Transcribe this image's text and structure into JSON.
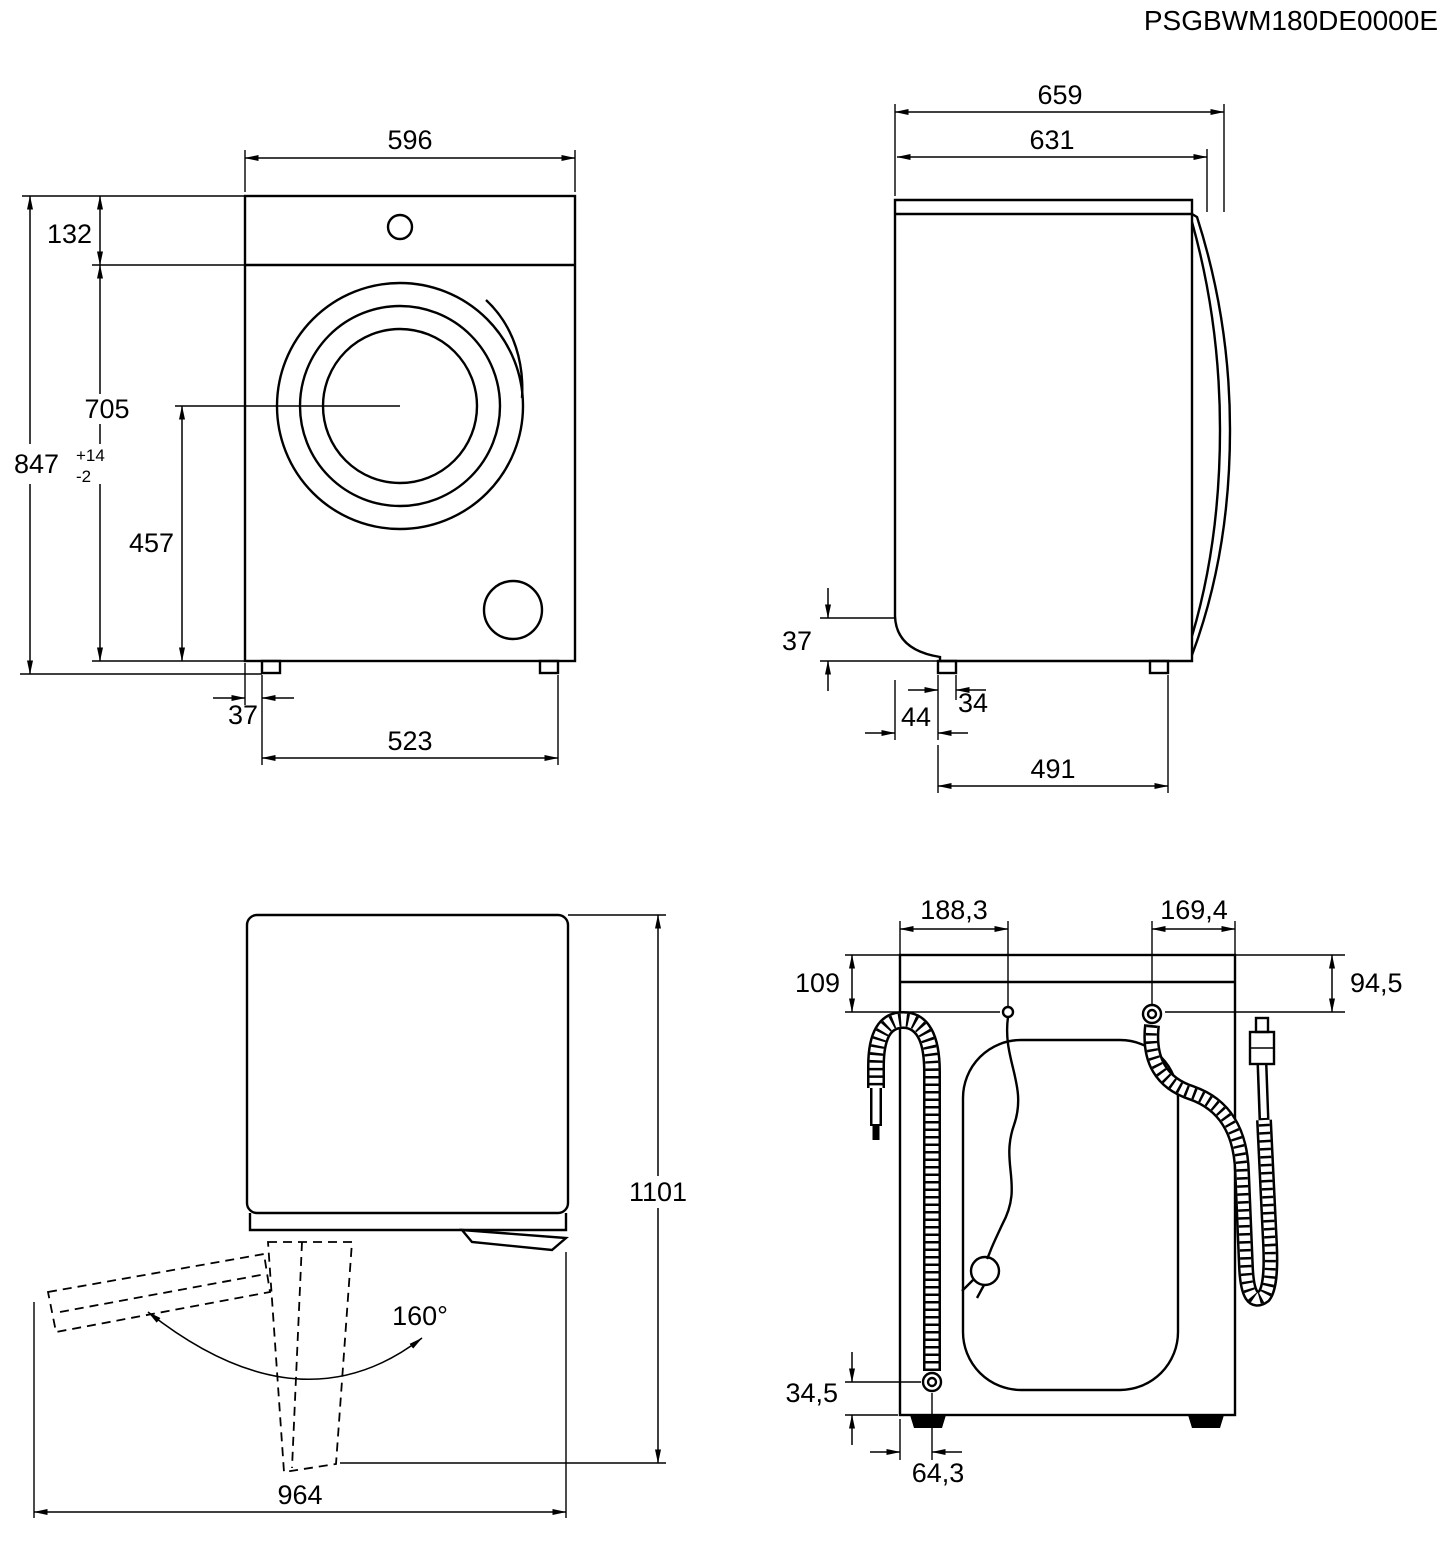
{
  "header": {
    "part_code": "PSGBWM180DE0000E"
  },
  "front_view": {
    "width": "596",
    "panel_height": "132",
    "body_height": "705",
    "total_height": "847",
    "total_height_tol_plus": "+14",
    "total_height_tol_minus": "-2",
    "drum_center_to_base": "457",
    "foot_inset": "37",
    "feet_spacing": "523"
  },
  "side_view": {
    "depth_total": "659",
    "depth_body": "631",
    "base_recess_height": "37",
    "foot_width": "34",
    "foot_front_offset": "44",
    "feet_spacing": "491"
  },
  "door_open_view": {
    "height_total": "1101",
    "door_opening_angle": "160°",
    "depth_door_open": "964"
  },
  "rear_view": {
    "cord_offset_from_left": "188,3",
    "inlet_hose_offset_from_right": "169,4",
    "cord_offset_from_top": "109",
    "inlet_offset_from_top": "94,5",
    "drain_outlet_offset_from_bottom": "34,5",
    "drain_outlet_offset_from_left": "64,3"
  }
}
